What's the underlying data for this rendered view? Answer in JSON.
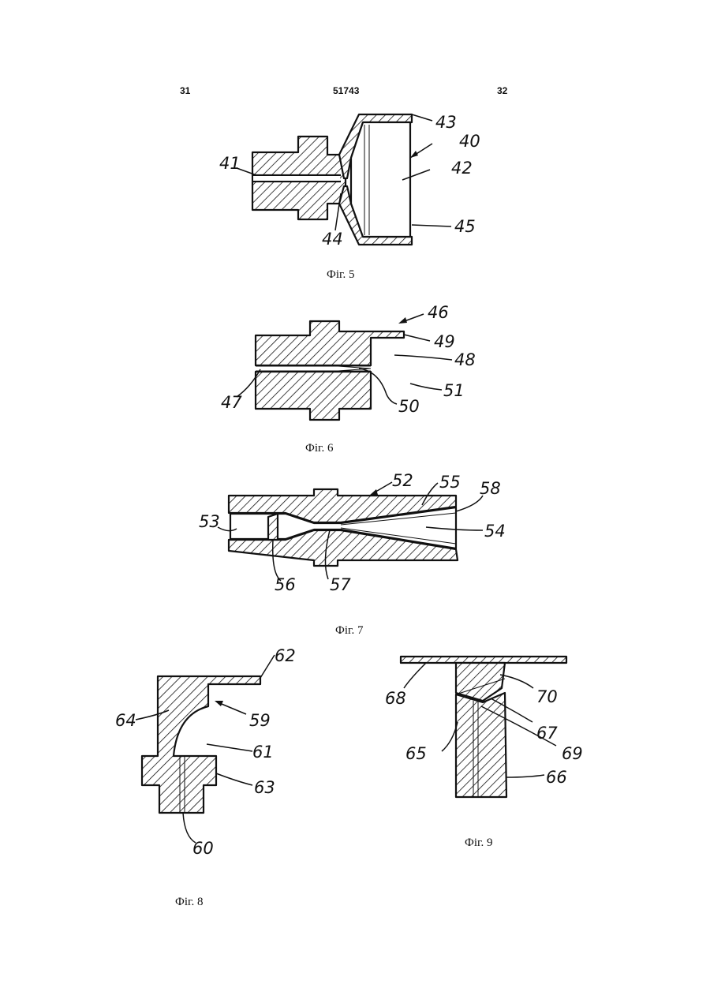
{
  "header": {
    "page_left": "31",
    "doc_number": "51743",
    "page_right": "32"
  },
  "figures": [
    {
      "caption": "Фіг. 5",
      "refs": [
        "43",
        "40",
        "42",
        "41",
        "44",
        "45"
      ]
    },
    {
      "caption": "Фіг. 6",
      "refs": [
        "46",
        "49",
        "48",
        "51",
        "47",
        "50"
      ]
    },
    {
      "caption": "Фіг. 7",
      "refs": [
        "52",
        "55",
        "58",
        "53",
        "54",
        "56",
        "57"
      ]
    },
    {
      "caption": "Фіг. 8",
      "refs": [
        "62",
        "64",
        "59",
        "61",
        "63",
        "60"
      ]
    },
    {
      "caption": "Фіг. 9",
      "refs": [
        "68",
        "70",
        "67",
        "65",
        "69",
        "66"
      ]
    }
  ]
}
